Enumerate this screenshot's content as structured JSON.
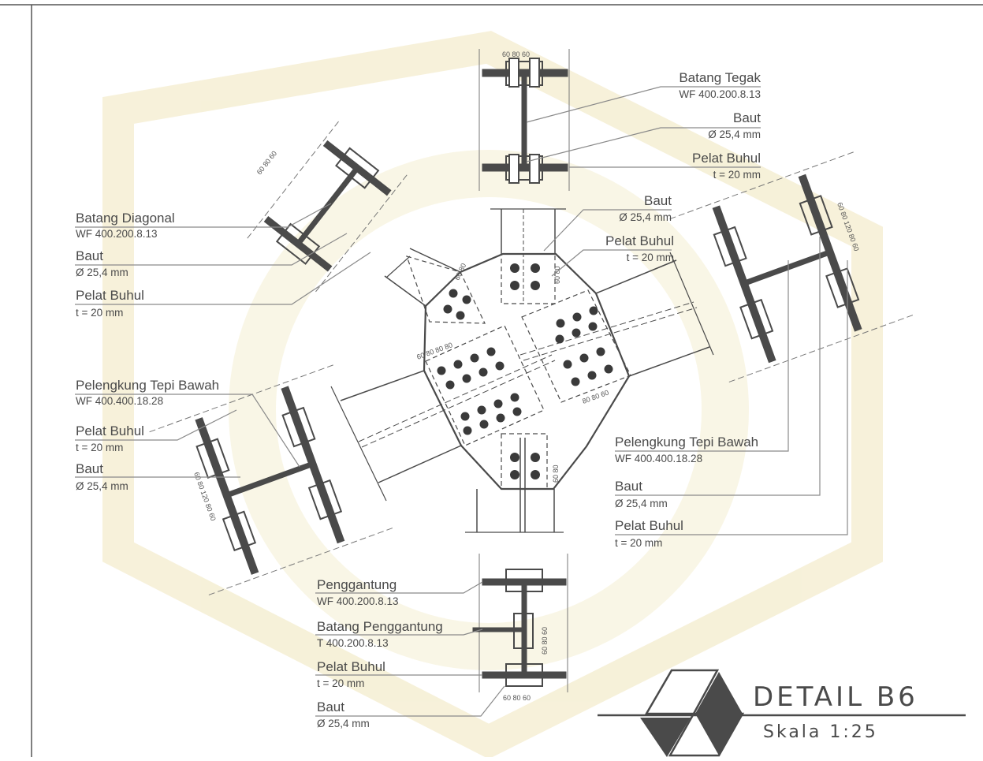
{
  "title_block": {
    "title": "DETAIL B6",
    "scale": "Skala 1:25"
  },
  "colors": {
    "steel": "#4a4a4a",
    "leader": "#8a8a8a",
    "watermark": "#f5efd2"
  },
  "labels": [
    {
      "id": "batang-tegak",
      "title": "Batang Tegak",
      "sub": "WF 400.200.8.13"
    },
    {
      "id": "baut-top",
      "title": "Baut",
      "sub": "Ø 25,4 mm"
    },
    {
      "id": "pelat-buhul-top",
      "title": "Pelat Buhul",
      "sub": "t = 20 mm"
    },
    {
      "id": "baut-center",
      "title": "Baut",
      "sub": "Ø 25,4 mm"
    },
    {
      "id": "pelat-buhul-center",
      "title": "Pelat Buhul",
      "sub": "t = 20 mm"
    },
    {
      "id": "batang-diagonal",
      "title": "Batang Diagonal",
      "sub": "WF 400.200.8.13"
    },
    {
      "id": "baut-diag",
      "title": "Baut",
      "sub": "Ø 25,4 mm"
    },
    {
      "id": "pelat-buhul-diag",
      "title": "Pelat Buhul",
      "sub": "t = 20 mm"
    },
    {
      "id": "pelengkung-left",
      "title": "Pelengkung Tepi Bawah",
      "sub": "WF 400.400.18.28"
    },
    {
      "id": "pelat-buhul-left",
      "title": "Pelat Buhul",
      "sub": "t = 20 mm"
    },
    {
      "id": "baut-left",
      "title": "Baut",
      "sub": "Ø 25,4 mm"
    },
    {
      "id": "pelengkung-right",
      "title": "Pelengkung Tepi Bawah",
      "sub": "WF 400.400.18.28"
    },
    {
      "id": "baut-right",
      "title": "Baut",
      "sub": "Ø 25,4 mm"
    },
    {
      "id": "pelat-buhul-right",
      "title": "Pelat Buhul",
      "sub": "t = 20 mm"
    },
    {
      "id": "penggantung",
      "title": "Penggantung",
      "sub": "WF 400.200.8.13"
    },
    {
      "id": "batang-penggantung",
      "title": "Batang Penggantung",
      "sub": "T 400.200.8.13"
    },
    {
      "id": "pelat-buhul-bottom",
      "title": "Pelat Buhul",
      "sub": "t = 20 mm"
    },
    {
      "id": "baut-bottom",
      "title": "Baut",
      "sub": "Ø 25,4 mm"
    }
  ],
  "dimensions": {
    "top_flange": "60 80 60",
    "bottom_flange": "60 80 60",
    "diag_flange": "60 80 60",
    "center_vertical": "60 80",
    "center_diag": "60 80",
    "center_chord": "60 80 80 80",
    "center_chord_right": "80 80 60",
    "center_bottom": "60 80",
    "right_chord": "60 80 120 80 60",
    "left_chord": "60 80 120 80 60",
    "hanger": "60 80 60"
  }
}
